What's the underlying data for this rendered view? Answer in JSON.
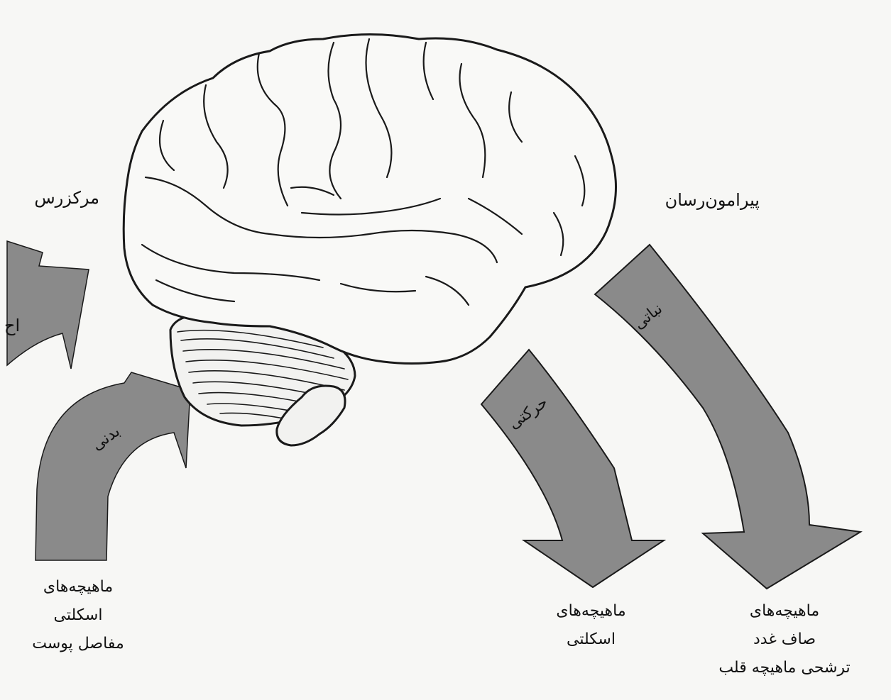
{
  "labels": {
    "central": "مرکزرس",
    "peripheral": "پیرامون‌رسان",
    "left_top_arrow": "اح"
  },
  "arrows": {
    "somatic": "بدنی",
    "motor": "حرکتی",
    "autonomic": "نباتی"
  },
  "targets": {
    "left": {
      "line1": "ماهیچه‌های",
      "line2": "اسکلتی",
      "line3": "مفاصل پوست"
    },
    "middle": {
      "line1": "ماهیچه‌های",
      "line2": "اسکلتی"
    },
    "right": {
      "line1": "ماهیچه‌های",
      "line2": "صاف غدد",
      "line3": "ترشحی ماهیچه قلب"
    }
  },
  "colors": {
    "arrow_fill": "#8a8a8a",
    "outline": "#1a1a1a",
    "background": "#f7f7f5"
  }
}
